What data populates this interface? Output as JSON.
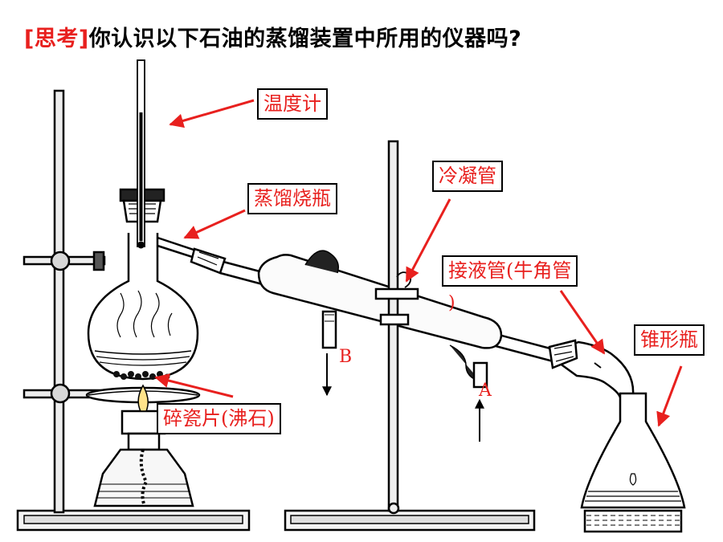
{
  "title": {
    "bracket_text": "[思考]",
    "question": "你认识以下石油的蒸馏装置中所用的仪器吗?"
  },
  "labels": {
    "thermometer": "温度计",
    "distillation_flask": "蒸馏烧瓶",
    "condenser": "冷凝管",
    "adapter": "接液管(牛角管",
    "adapter_close": ")",
    "conical_flask": "锥形瓶",
    "boiling_chips": "碎瓷片(沸石)"
  },
  "water_flow": {
    "outlet": "B",
    "inlet": "A"
  },
  "colors": {
    "label_text": "#e8201e",
    "arrow": "#e8201e",
    "line": "#000000"
  }
}
